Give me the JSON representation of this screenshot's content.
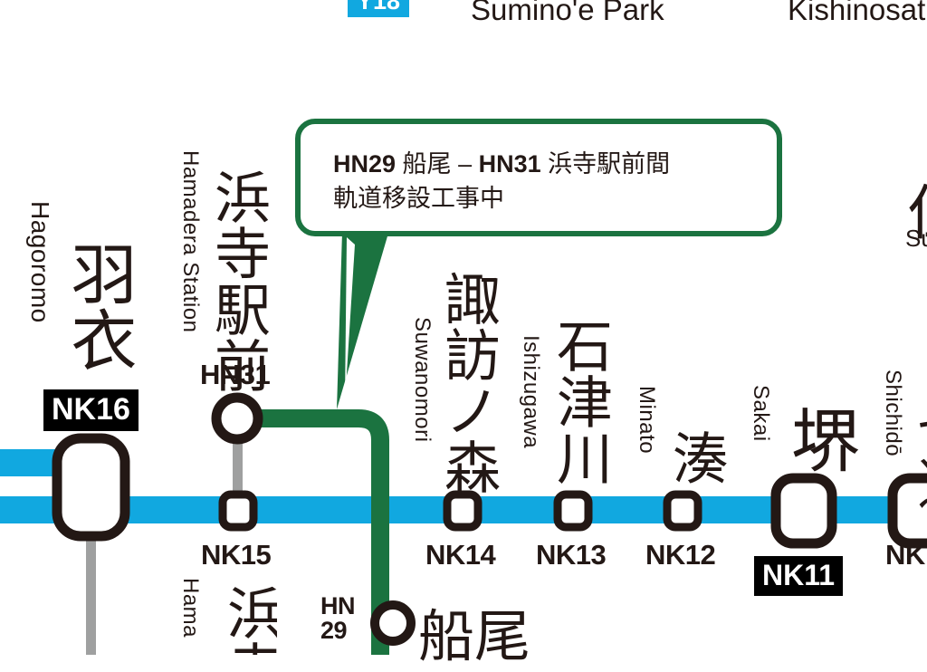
{
  "document": {
    "kind": "rail-network-diagram",
    "operator_line_colors": {
      "nankai_main_cyan": "#11A8E0",
      "hankai_tramway_green": "#1B7340",
      "transfer_walk_gray": "#9FA0A0",
      "station_outline": "#231815",
      "code_badge_background": "#000000",
      "background": "#FFFFFF"
    }
  },
  "top_strip": {
    "dark_badge_label": "",
    "cyan_badge_label": "Y18",
    "station_label_1": "Sumino'e Park",
    "station_label_2": "Kishinosat"
  },
  "callout": {
    "border_color": "#1B7340",
    "line1_prefix_code": "HN29",
    "line1_station_a": "船尾",
    "line1_dash": "–",
    "line1_mid_code": "HN31",
    "line1_station_b": "浜寺駅前間",
    "line2": "軌道移設工事中",
    "full_text": "HN29 船尾 – HN31 浜寺駅前間 軌道移設工事中"
  },
  "stations": {
    "nankai": [
      {
        "code": "NK16",
        "kanji": "羽衣",
        "romaji": "Hagoromo",
        "badge_style": "black-box",
        "marker": "large-rounded-rect",
        "has_transfer_line": true
      },
      {
        "code": "NK15",
        "kanji": "浜寺",
        "kanji_full_cut": "浜寺",
        "romaji": "Hama",
        "badge_style": "plain",
        "marker": "small-rounded-rect",
        "has_transfer_line": true
      },
      {
        "code": "NK14",
        "kanji": "諏訪ノ森",
        "romaji": "Suwanomori",
        "badge_style": "plain",
        "marker": "small-rounded-rect",
        "has_transfer_line": false
      },
      {
        "code": "NK13",
        "kanji": "石津川",
        "romaji": "Ishizugawa",
        "badge_style": "plain",
        "marker": "small-rounded-rect",
        "has_transfer_line": false
      },
      {
        "code": "NK12",
        "kanji": "湊",
        "romaji": "Minato",
        "badge_style": "plain",
        "marker": "small-rounded-rect",
        "has_transfer_line": false
      },
      {
        "code": "NK11",
        "kanji": "堺",
        "romaji": "Sakai",
        "badge_style": "black-box",
        "marker": "large-rounded-rect",
        "has_transfer_line": false
      },
      {
        "code": "NK",
        "kanji": "七道",
        "romaji": "Shichidō",
        "badge_style": "plain",
        "marker": "large-rounded-rect",
        "has_transfer_line": false
      }
    ],
    "hankai": [
      {
        "code": "HN31",
        "kanji": "浜寺駅前",
        "romaji": "Hamadera Station",
        "marker": "circle"
      },
      {
        "code_line1": "HN",
        "code_line2": "29",
        "code": "HN29",
        "kanji": "船尾",
        "romaji": "",
        "marker": "circle"
      }
    ],
    "right_edge_partial": {
      "kanji": "住",
      "romaji": "Su"
    }
  }
}
